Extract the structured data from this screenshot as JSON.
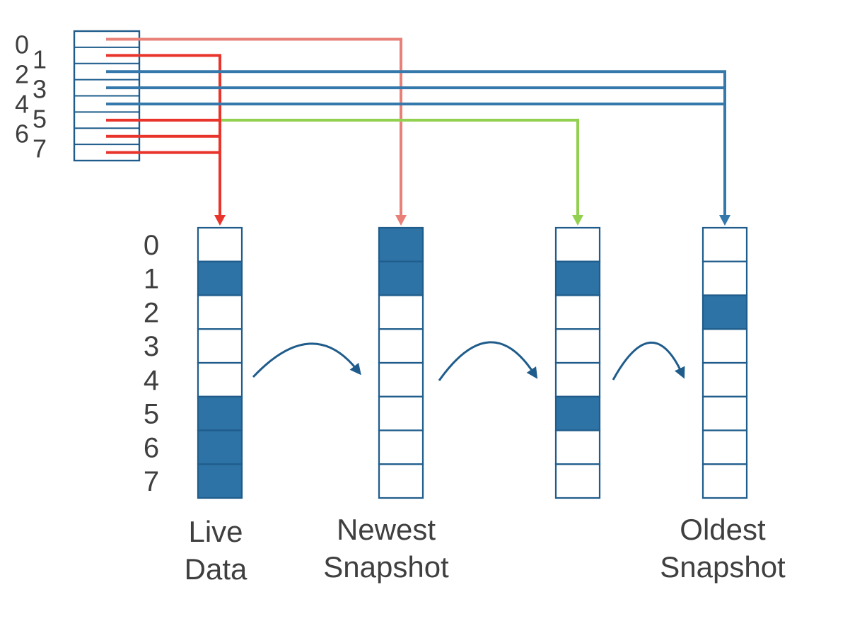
{
  "diagram": {
    "register": {
      "row_labels": [
        "0",
        "1",
        "2",
        "3",
        "4",
        "5",
        "6",
        "7"
      ]
    },
    "columns": [
      {
        "id": "live-data",
        "label_lines": [
          "Live",
          "Data"
        ],
        "filled_cells": [
          1,
          5,
          6,
          7
        ],
        "cell_labels": [
          "0",
          "1",
          "2",
          "3",
          "4",
          "5",
          "6",
          "7"
        ]
      },
      {
        "id": "newest-snapshot",
        "label_lines": [
          "Newest",
          "Snapshot"
        ],
        "filled_cells": [
          0,
          1
        ]
      },
      {
        "id": "middle-snapshot",
        "label_lines": [],
        "filled_cells": [
          1,
          5
        ]
      },
      {
        "id": "oldest-snapshot",
        "label_lines": [
          "Oldest",
          "Snapshot"
        ],
        "filled_cells": [
          2
        ]
      }
    ],
    "connections": [
      {
        "from_row": 0,
        "to": "newest-snapshot",
        "color": "salmon"
      },
      {
        "from_row": 1,
        "to": "live-data",
        "color": "red"
      },
      {
        "from_row": 2,
        "to": "oldest-snapshot",
        "color": "blue"
      },
      {
        "from_row": 3,
        "to": "oldest-snapshot",
        "color": "blue"
      },
      {
        "from_row": 4,
        "to": "oldest-snapshot",
        "color": "blue"
      },
      {
        "from_row": 5,
        "to": "middle-snapshot",
        "color": "green",
        "stub_color": "red"
      },
      {
        "from_row": 6,
        "to": "live-data",
        "color": "red"
      },
      {
        "from_row": 7,
        "to": "live-data",
        "color": "red"
      }
    ],
    "flow_arrows": [
      {
        "from": "live-data",
        "to": "newest-snapshot"
      },
      {
        "from": "newest-snapshot",
        "to": "middle-snapshot"
      },
      {
        "from": "middle-snapshot",
        "to": "oldest-snapshot"
      }
    ],
    "colors": {
      "structure": "#1f5c8b",
      "cell_fill": "#2e73a6",
      "red": "#e8342b",
      "salmon": "#e88078",
      "green": "#92d050",
      "blue": "#3578ab",
      "text": "#3f3f3f",
      "background": "#ffffff"
    }
  }
}
